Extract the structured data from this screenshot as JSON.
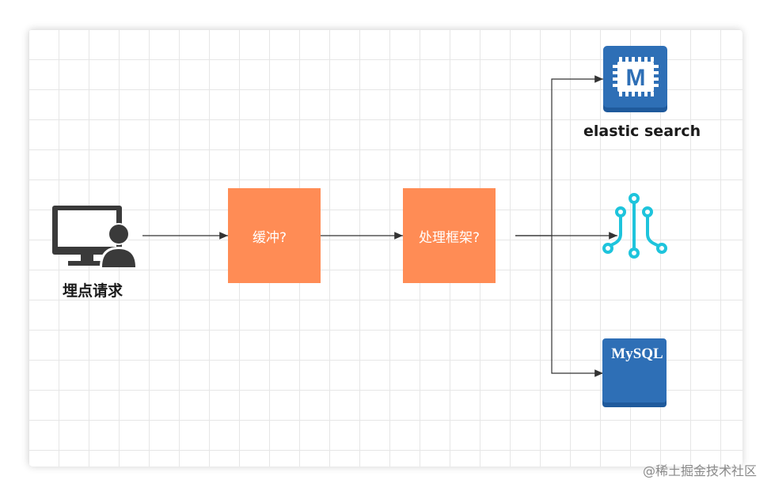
{
  "nodes": {
    "client_label": "埋点请求",
    "buffer_label": "缓冲?",
    "framework_label": "处理框架?",
    "es_label": "elastic search",
    "mysql_label": "MySQL",
    "es_icon_letter": "M"
  },
  "watermark": "@稀土掘金技术社区",
  "colors": {
    "box": "#ff8c55",
    "db_blue": "#2e6fb6",
    "kafka_cyan": "#1ec4dc",
    "edge": "#333333"
  }
}
